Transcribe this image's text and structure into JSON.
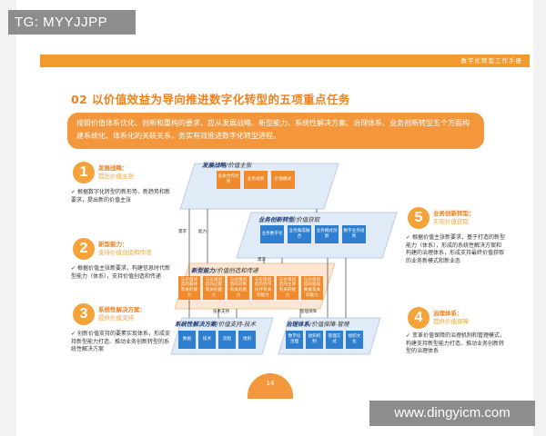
{
  "watermark_top": "TG: MYYJJPP",
  "watermark_bottom": "www.dingyicm.com",
  "header": {
    "title": "数字化转型工作手册"
  },
  "section_title": "02 以价值效益为导向推进数字化转型的五项重点任务",
  "intro": "按照价值体系优化、创新和重构的要求，应从发展战略、新型能力、系统性解决方案、治理体系、业务创新转型五个方面构建系统化、体系化的关联关系，务实有效推进数字化转型进程。",
  "items": [
    {
      "num": "1",
      "title": "发展战略：",
      "sub": "提出价值主张",
      "desc": "根据数字化转型的新形势、新趋势和新要求，提出新的价值主张"
    },
    {
      "num": "2",
      "title": "新型能力：",
      "sub": "支持价值创造和传递",
      "desc": "根据价值主张新要求，构建信息时代新型能力（体系），支持价值创造和传递"
    },
    {
      "num": "3",
      "title": "系统性解决方案：",
      "sub": "提供价值支持",
      "desc": "创新价值支持的要素实现体系，形成支持新型能力打造、推动业务创新转型的系统性解决方案"
    },
    {
      "num": "4",
      "title": "治理体系：",
      "sub": "提供价值保障",
      "desc": "变革价值保障的治理机制和管理模式，构建支持新型能力打造、推动业务创新转型的治理体系"
    },
    {
      "num": "5",
      "title": "业务创新转型：",
      "sub": "实现价值获取",
      "desc": "根据价值主张新要求，基于打造的新型能力（体系），形成的系统性解决方案和构建的治理体系，形成支持最终价值获取的业务新模式和新业态"
    }
  ],
  "diagram": {
    "layer1": {
      "label_bold": "发展战略",
      "label_thin": "/价值主张",
      "cells": [
        "竞争合作优势",
        "业务场景",
        "价值模式"
      ]
    },
    "layer2": {
      "label_bold": "业务创新转型",
      "label_thin": "/价值获取",
      "cells": [
        "业务数字化",
        "业务集成融合",
        "业务模式创新",
        "数字业务培育"
      ]
    },
    "layer3": {
      "label_bold": "新型能力",
      "label_thin": "/价值创造和传递",
      "cells": [
        "与价值创造的载体有关的能力",
        "与价值创造的过程有关的能力",
        "与价值创造的对象有关的能力",
        "与价值创造的合作伙伴有关的能力",
        "与价值创造的主体有关的能力",
        "与价值创造的驱动要素有关的能力"
      ]
    },
    "layer4": {
      "label_bold": "系统性解决方案",
      "label_thin": "/价值支持-技术",
      "cells": [
        "数据",
        "技术",
        "流程",
        "组织"
      ]
    },
    "layer5": {
      "label_bold": "治理体系",
      "label_thin": "/价值保障-管理",
      "cells": [
        "数字化治理",
        "组织机制",
        "管理方式",
        "组织文化"
      ]
    },
    "connectors": {
      "demand": "需求",
      "capability": "能力",
      "tech_support": "技术支持",
      "mgmt_support": "管理保障",
      "demand2": "需求"
    }
  },
  "page_number": "14",
  "colors": {
    "accent": "#f29a2e",
    "blue": "#2f7fd0",
    "navy": "#1f3a73"
  }
}
